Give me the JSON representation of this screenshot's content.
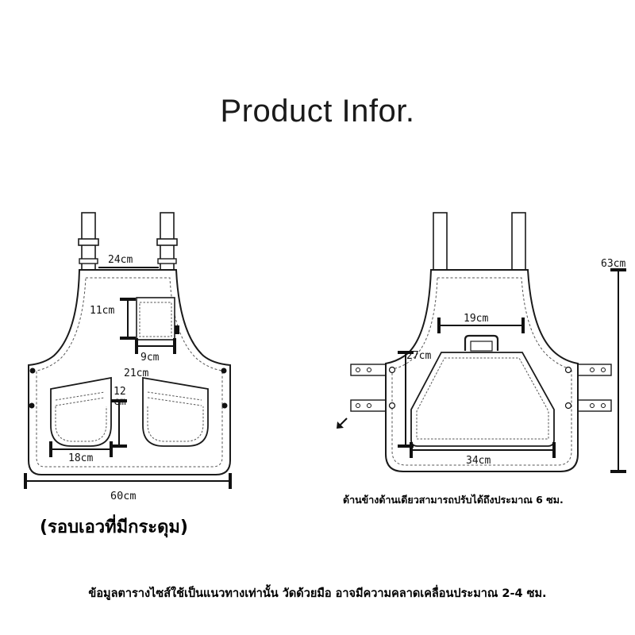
{
  "title": "Product Infor.",
  "front": {
    "strap_width": "24cm",
    "pocket_height": "11cm",
    "pocket_width": "9cm",
    "lower_pocket_span": "21cm",
    "lower_pocket_height_top": "12",
    "lower_pocket_height_bottom": "cm",
    "lower_pocket_width": "18cm",
    "total_width": "60cm"
  },
  "back": {
    "total_height": "63cm",
    "pocket_top_width": "19cm",
    "pocket_height": "27cm",
    "pocket_bottom_width": "34cm"
  },
  "notes": {
    "adjust": "ด้านข้างด้านเดียวสามารถปรับได้ถึงประมาณ 6 ซม.",
    "waist": "(รอบเอวที่มีกระดุม)",
    "disclaimer": "ข้อมูลตารางไซส์ใช้เป็นแนวทางเท่านั้น วัดด้วยมือ อาจมีความคลาดเคลื่อนประมาณ 2-4 ซม."
  },
  "icons": {
    "buckle": "buckle-icon",
    "snap": "snap-button-icon",
    "arrow": "arrow-down-left-icon"
  },
  "colors": {
    "outline": "#1a1a1a",
    "stitch": "#555555",
    "background": "#ffffff"
  }
}
